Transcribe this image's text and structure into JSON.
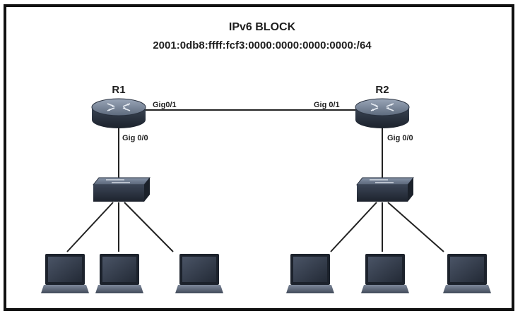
{
  "title": "IPv6 BLOCK",
  "subtitle": "2001:0db8:ffff:fcf3:0000:0000:0000:0000:/64",
  "routers": [
    {
      "name": "R1",
      "wan_interface": "Gig0/1",
      "lan_interface": "Gig 0/0"
    },
    {
      "name": "R2",
      "wan_interface": "Gig 0/1",
      "lan_interface": "Gig 0/0"
    }
  ],
  "icons": {
    "router": "router-icon",
    "switch": "switch-icon",
    "laptop": "laptop-icon"
  },
  "colors": {
    "frame": "#111111",
    "device_dark": "#2c3340",
    "device_light": "#7a8799",
    "screen": "#3a4252",
    "link": "#222222"
  }
}
